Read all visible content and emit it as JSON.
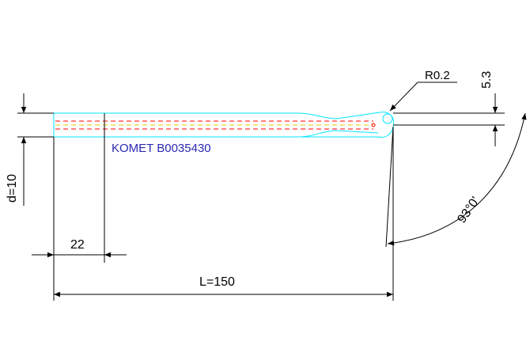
{
  "drawing": {
    "part_label": "KOMET B0035430",
    "length_label": "L=150",
    "shank_length_label": "22",
    "diameter_label": "d=10",
    "radius_label": "R0.2",
    "offset_label": "5.3",
    "angle_label": "93°0'"
  },
  "colors": {
    "background": "#ffffff",
    "dimension_lines": "#000000",
    "tool_outline": "#00e5ff",
    "center_line_red": "#ff0000",
    "center_line_yellow": "#e6c800",
    "label_blue": "#2a2ab0",
    "dimension_text": "#000000"
  }
}
